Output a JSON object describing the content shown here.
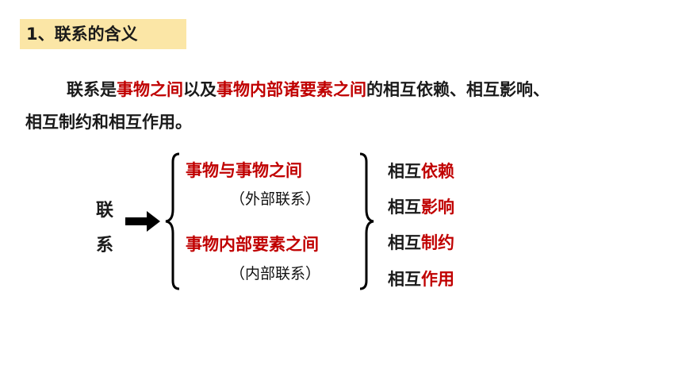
{
  "heading": "1、联系的含义",
  "paragraph": {
    "t1": "联系是",
    "t2": "事物之间",
    "t3": "以及",
    "t4": "事物内部诸要素之间",
    "t5": "的相互依赖、相互影响、",
    "t6": "相互制约和相互作用。"
  },
  "diagram": {
    "left_top": "联",
    "left_bottom": "系",
    "item1": "事物与事物之间",
    "item1_sub": "（外部联系）",
    "item2": "事物内部要素之间",
    "item2_sub": "（内部联系）",
    "relations": [
      {
        "prefix": "相互",
        "key": "依赖"
      },
      {
        "prefix": "相互",
        "key": "影响"
      },
      {
        "prefix": "相互",
        "key": "制约"
      },
      {
        "prefix": "相互",
        "key": "作用"
      }
    ]
  },
  "colors": {
    "highlight": "#c00000",
    "heading_bg": "#fbe6a6"
  }
}
